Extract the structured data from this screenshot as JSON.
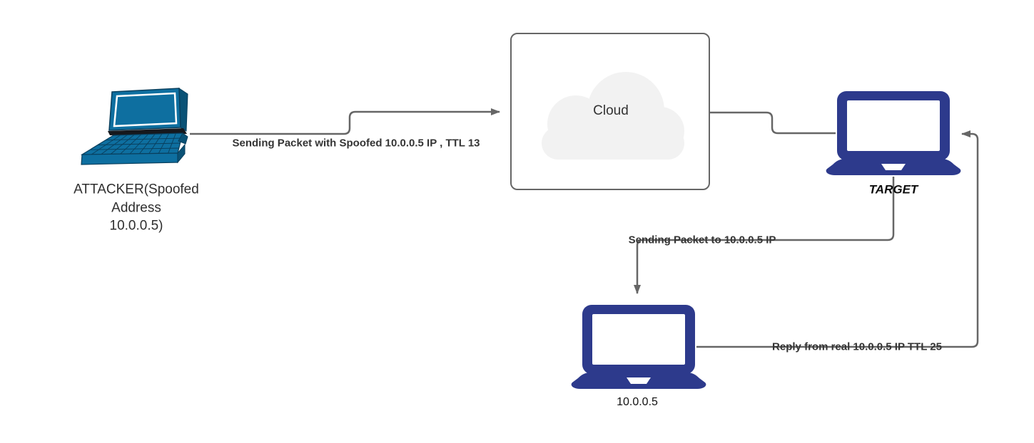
{
  "diagram": {
    "title": "IP spoofing packet flow diagram",
    "background": "#ffffff"
  },
  "colors": {
    "connector": "#666666",
    "cloud_box_border": "#666666",
    "cloud_fill": "#f2f2f2",
    "laptop_navy": "#2d3a8c",
    "laptop_teal": "#0e6fa0",
    "node_label_text": "#2e2e2e",
    "edge_label_text": "#343434"
  },
  "nodes": {
    "attacker": {
      "label": "ATTACKER(Spoofed\nAddress\n10.0.0.5)",
      "icon": "laptop-perspective-icon"
    },
    "cloud": {
      "label": "Cloud",
      "icon": "cloud-icon"
    },
    "target": {
      "label": "TARGET",
      "icon": "laptop-front-icon"
    },
    "real_host": {
      "label": "10.0.0.5",
      "icon": "laptop-front-icon"
    }
  },
  "edges": [
    {
      "from": "attacker",
      "to": "cloud",
      "label": "Sending Packet with Spoofed 10.0.0.5 IP , TTL 13",
      "arrow": "right"
    },
    {
      "from": "cloud",
      "to": "target",
      "label": "",
      "arrow": "none"
    },
    {
      "from": "target",
      "to": "real_host",
      "label": "Sending Packet to 10.0.0.5 IP",
      "arrow": "down"
    },
    {
      "from": "real_host",
      "to": "target",
      "label": "Reply from real 10.0.0.5 IP TTL 25",
      "arrow": "left"
    }
  ]
}
